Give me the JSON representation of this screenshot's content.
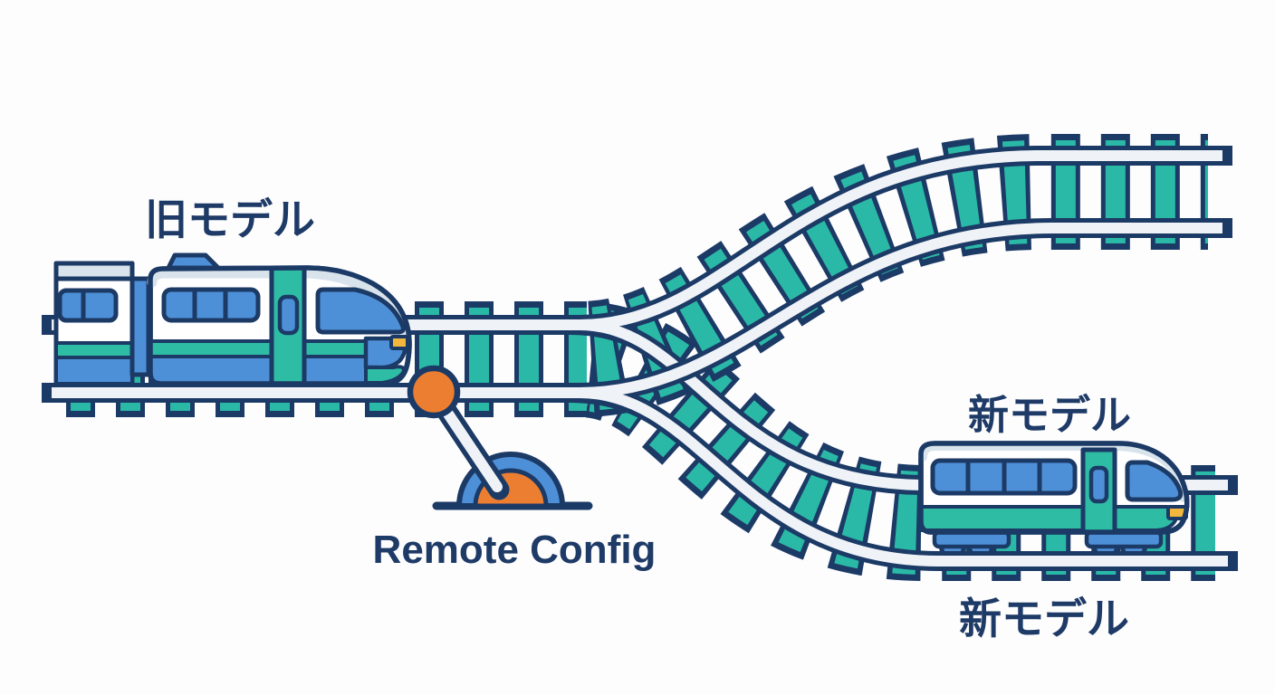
{
  "diagram": {
    "type": "railway-switch-illustration",
    "labels": {
      "old_model": "旧モデル",
      "new_model_top": "新モデル",
      "new_model_bottom": "新モデル",
      "switch": "Remote Config"
    },
    "palette": {
      "background": "#FDFDFE",
      "outline_navy": "#1C3A66",
      "tie_teal": "#2BB9A7",
      "rail_white": "#EFF3F7",
      "train_blue": "#4E90D8",
      "train_teal": "#2FBCA4",
      "roof_gray": "#D8E3EB",
      "lever_orange": "#EC7E31",
      "headlight_yellow": "#F2B83D",
      "text_navy": "#1E3A66"
    }
  }
}
